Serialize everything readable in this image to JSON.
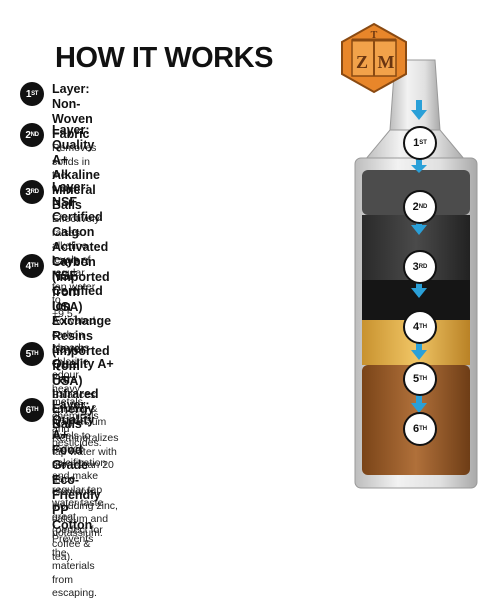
{
  "title": "HOW IT WORKS",
  "logo": {
    "letters": [
      "Z",
      "T",
      "M"
    ],
    "color": "#e8862a"
  },
  "layers": [
    {
      "num": "1",
      "sup": "ST",
      "heading": "Layer: Non-Woven Fabric",
      "desc": [
        "Removes solids in the water."
      ]
    },
    {
      "num": "2",
      "sup": "ND",
      "heading": "Layer: Quality A+ Alkaline Mineral Balls",
      "desc": [
        "Effectively raises alkaline levels of regular tap water to",
        "+9.5."
      ]
    },
    {
      "num": "3",
      "sup": "RD",
      "heading": "Layer: NSF Certified Calgon Activated",
      "heading2": "Carbon (imported from USA)",
      "desc": [
        "Activated carbon absorbs chlorine odour, heavy",
        "metals, chemicals and pesticides."
      ]
    },
    {
      "num": "4",
      "sup": "TH",
      "heading": "Layer: NSF Certified Ion Exchange Resins",
      "heading2": "(imported from USA)",
      "desc": [
        "Balances calcium & magnesium levels to reduce",
        "calcification and make regular tap water taste great",
        "(perfect for coffee & tea)."
      ]
    },
    {
      "num": "5",
      "sup": "TH",
      "heading": "Layer: Quality A+ Far-Infrared Energy Balls",
      "desc": [
        "Remineralizes tap water with more than 20 trace",
        "elements including zinc, calcium and potassium."
      ]
    },
    {
      "num": "6",
      "sup": "TH",
      "heading": "Layer: Quality A+ Food Grade Eco-Friendly",
      "heading2": "PP Cotton",
      "desc": [
        "Prevents the materials from escaping."
      ]
    }
  ],
  "steps": [
    {
      "num": "1",
      "sup": "ST"
    },
    {
      "num": "2",
      "sup": "ND"
    },
    {
      "num": "3",
      "sup": "RD"
    },
    {
      "num": "4",
      "sup": "TH"
    },
    {
      "num": "5",
      "sup": "TH"
    },
    {
      "num": "6",
      "sup": "TH"
    }
  ],
  "colors": {
    "arrow": "#2aa0d8",
    "carbon": "#3f3f3f",
    "resin": "#1c1c1c",
    "mineral": "#5a5a5a",
    "energy": "#e3b24a",
    "cotton": "#a4622a"
  }
}
